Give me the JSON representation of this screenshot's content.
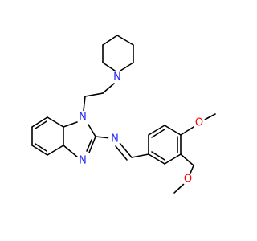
{
  "molecule": {
    "atoms": {
      "N_piperidine": "N",
      "N_imidazole_1": "N",
      "N_imidazole_3": "N",
      "N_imine": "N",
      "O_methoxy_1": "O",
      "O_methoxy_2": "O"
    },
    "colors": {
      "nitrogen": "#2020ff",
      "oxygen": "#ff0000",
      "bond": "#000000"
    }
  }
}
